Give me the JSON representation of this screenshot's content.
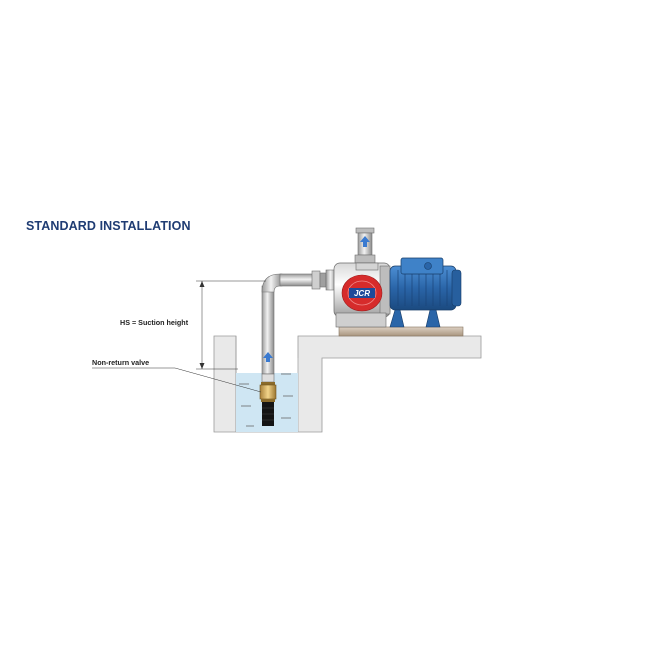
{
  "title": "STANDARD INSTALLATION",
  "labels": {
    "suction_height": "HS = Suction height",
    "non_return_valve": "Non-return valve"
  },
  "pump_logo": "JCR",
  "colors": {
    "title": "#1f3c73",
    "water": "#cfe6f3",
    "ground": "#e8e8e8",
    "motor": "#2f6fb5",
    "pump_badge": "#d62b2b",
    "base": "#c9b8a6"
  }
}
